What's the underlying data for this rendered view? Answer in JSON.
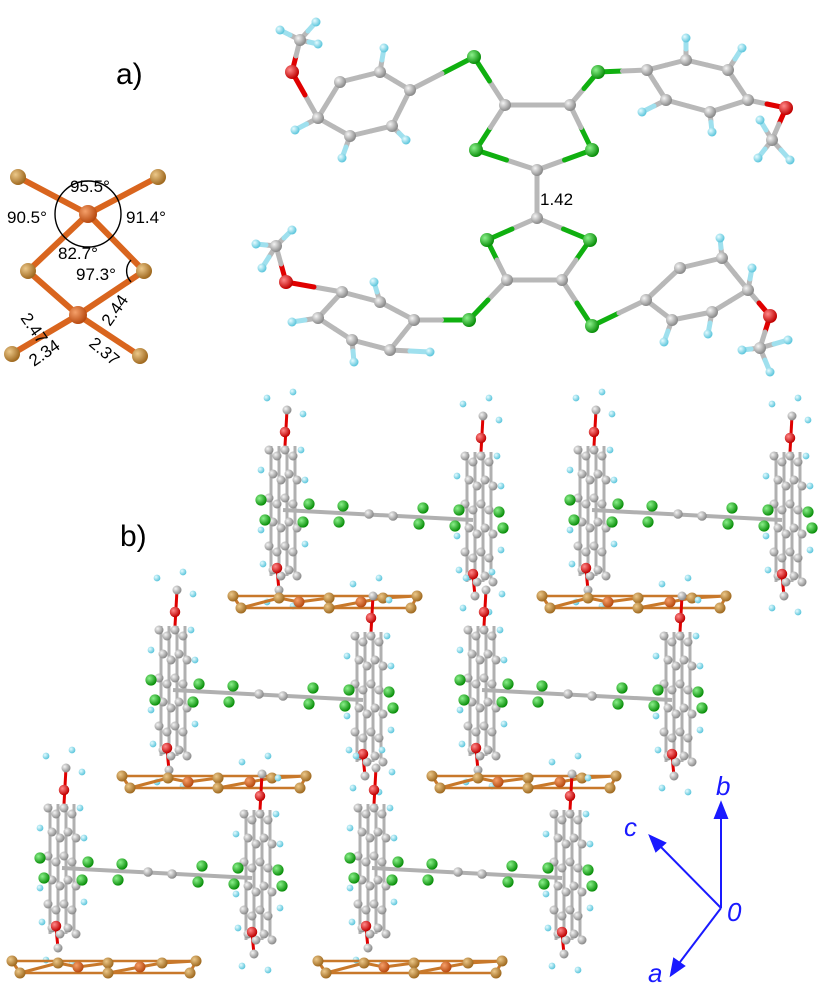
{
  "panels": {
    "a": "a)",
    "b": "b)"
  },
  "cluster_measurements": {
    "angle_top": "95.5°",
    "angle_left": "90.5°",
    "angle_right": "91.4°",
    "angle_center": "82.7°",
    "angle_small": "97.3°",
    "bond_1": "2.47",
    "bond_2": "2.44",
    "bond_3": "2.34",
    "bond_4": "2.37"
  },
  "molecule_bond_label": "1.42",
  "axes": {
    "b": "b",
    "c": "c",
    "origin": "0",
    "a": "a"
  },
  "colors": {
    "carbon": "#a9a9a9",
    "hydrogen": "#7fd6e6",
    "oxygen": "#e00000",
    "sulfur": "#10b010",
    "copper": "#d9651e",
    "bromine": "#c08a38",
    "axis": "#1a1aff"
  }
}
